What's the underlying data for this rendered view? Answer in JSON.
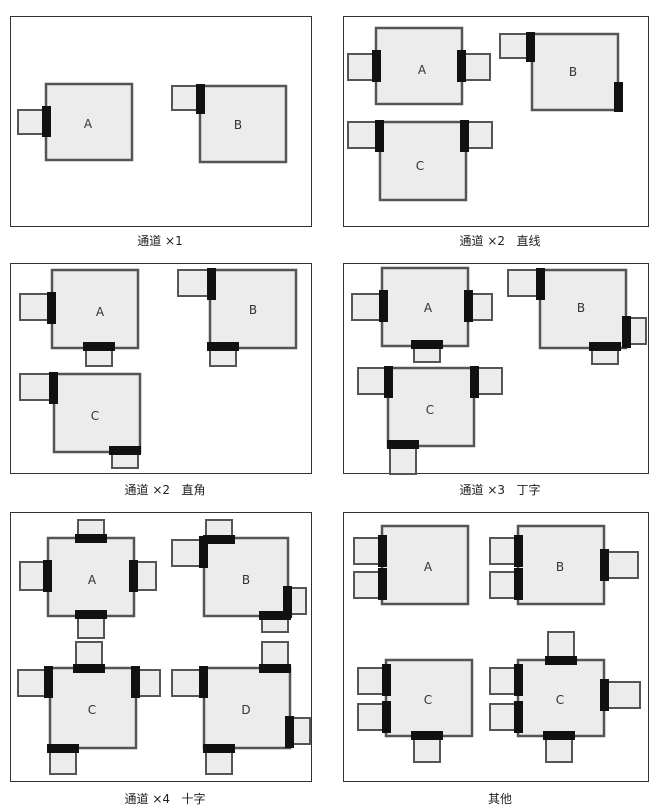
{
  "panels": [
    {
      "caption": "通道 ×1",
      "labels": [
        "A",
        "B"
      ]
    },
    {
      "caption": "通道 ×2   直线",
      "labels": [
        "A",
        "B",
        "C"
      ]
    },
    {
      "caption": "通道 ×2   直角",
      "labels": [
        "A",
        "B",
        "C"
      ]
    },
    {
      "caption": "通道 ×3   丁字",
      "labels": [
        "A",
        "B",
        "C"
      ]
    },
    {
      "caption": "通道 ×4   十字",
      "labels": [
        "A",
        "B",
        "C",
        "D"
      ]
    },
    {
      "caption": "其他",
      "labels": [
        "A",
        "B",
        "C",
        "C"
      ]
    }
  ]
}
